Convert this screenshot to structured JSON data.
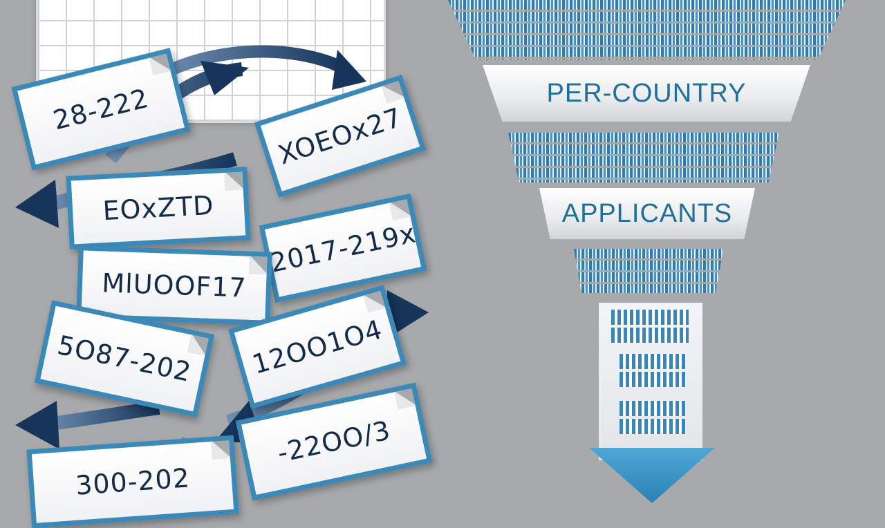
{
  "colors": {
    "background": "#a7a9ab",
    "tag_border": "#3a89b8",
    "arrow_dark": "#1d3f66",
    "funnel_text": "#1f6f9c",
    "funnel_arrow": "#2a82b5"
  },
  "date_tags": [
    {
      "text": "28-222"
    },
    {
      "text": "XOEOx27"
    },
    {
      "text": "EOxZTD"
    },
    {
      "text": "2017-219x"
    },
    {
      "text": "MlUOOF17"
    },
    {
      "text": "5O87-202"
    },
    {
      "text": "12OO1O4"
    },
    {
      "text": "300-202"
    },
    {
      "text": "-22OO/3"
    }
  ],
  "funnel": {
    "top_label": "PER-COUNTRY",
    "mid_label": "APPLICANTS"
  },
  "icons": {
    "arrows": "curved-arrow-icon",
    "funnel_arrow": "down-arrow-icon",
    "crowd": "people-crowd-icon"
  }
}
